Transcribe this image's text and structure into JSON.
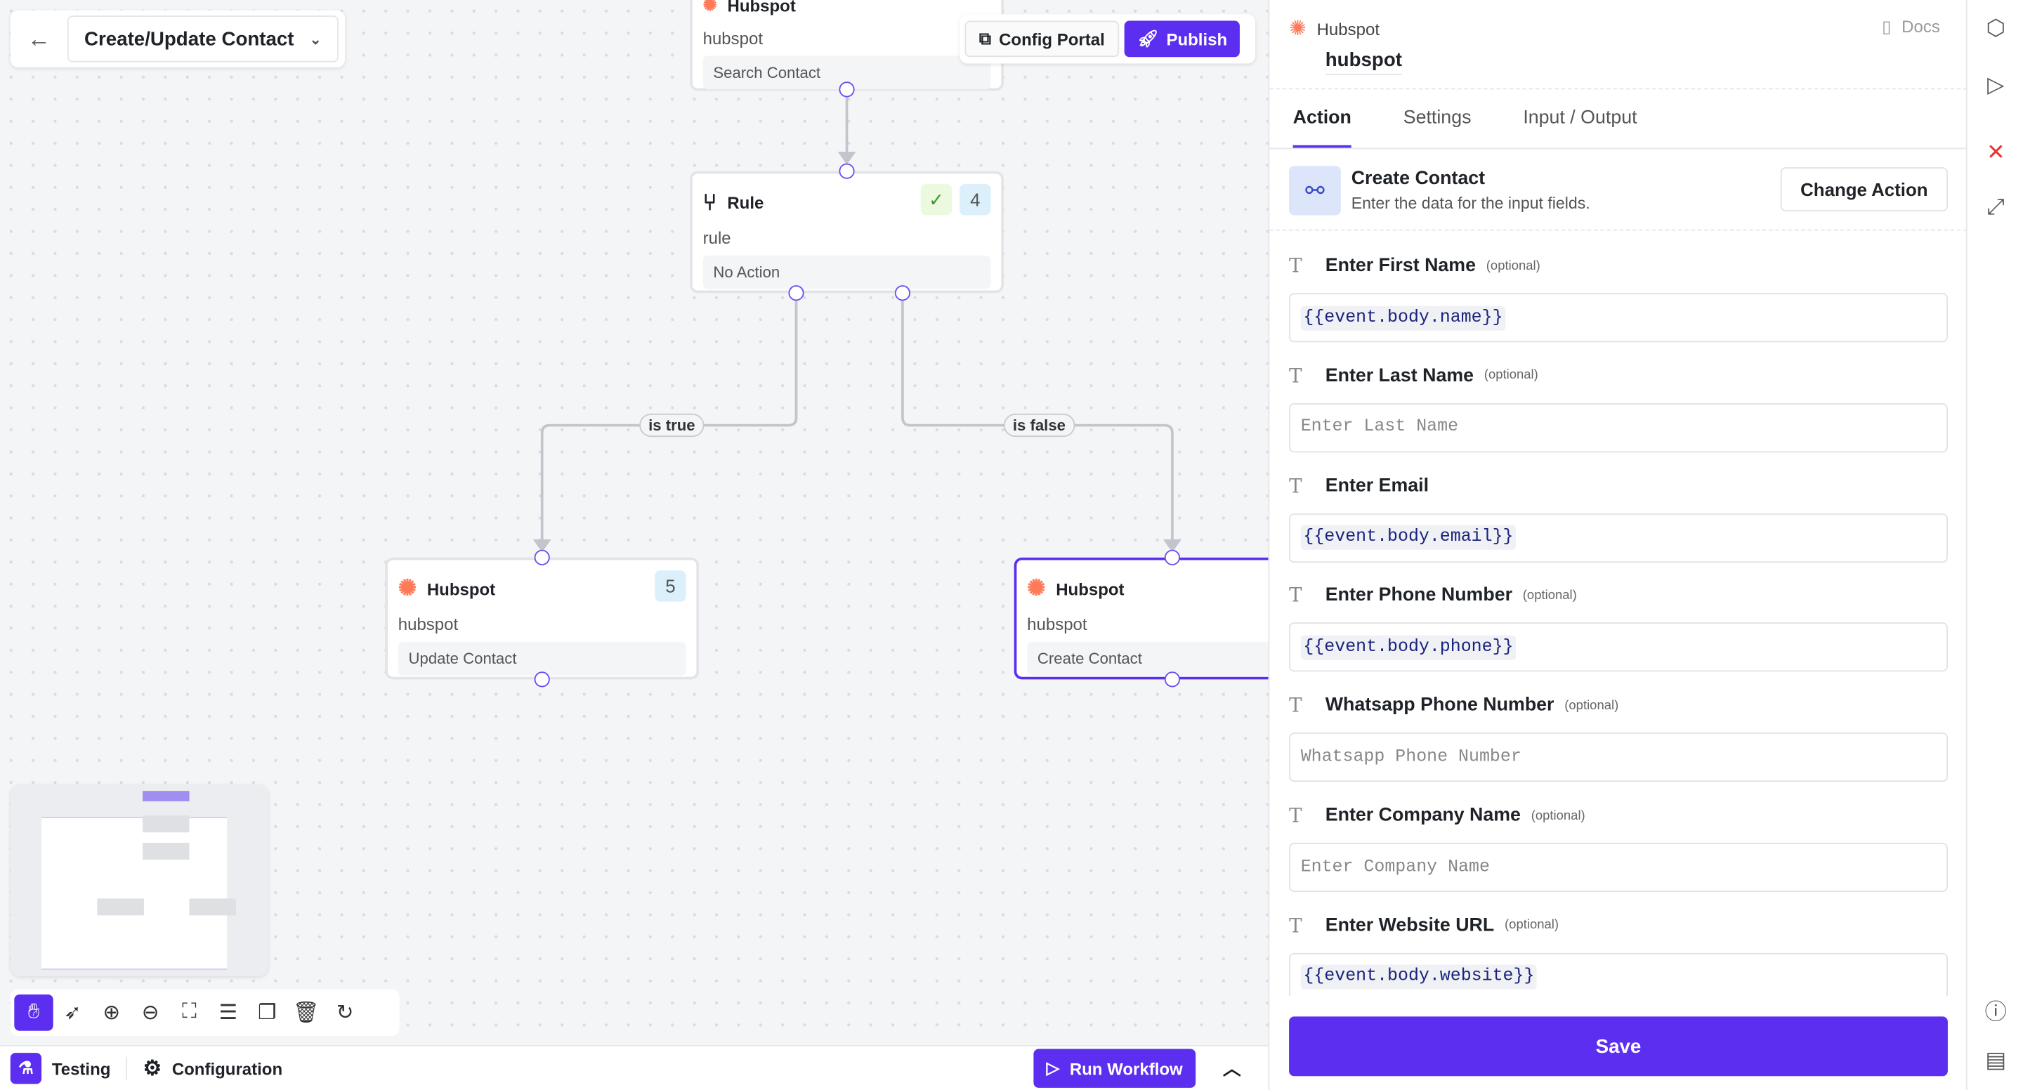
{
  "header": {
    "title": "Create/Update Contact",
    "config_portal": "Config Portal",
    "publish": "Publish"
  },
  "nodes": [
    {
      "title": "Hubspot",
      "subtitle": "hubspot",
      "action": "Search Contact"
    },
    {
      "title": "Rule",
      "subtitle": "rule",
      "action": "No Action",
      "step": "4"
    },
    {
      "title": "Hubspot",
      "subtitle": "hubspot",
      "action": "Update Contact",
      "step": "5"
    },
    {
      "title": "Hubspot",
      "subtitle": "hubspot",
      "action": "Create Contact"
    }
  ],
  "edges": {
    "true_label": "is true",
    "false_label": "is false"
  },
  "bottom": {
    "testing": "Testing",
    "configuration": "Configuration",
    "run": "Run Workflow"
  },
  "panel": {
    "app": "Hubspot",
    "name": "hubspot",
    "docs": "Docs",
    "tabs": [
      "Action",
      "Settings",
      "Input / Output"
    ],
    "action_title": "Create Contact",
    "action_desc": "Enter the data for the input fields.",
    "change_action": "Change Action",
    "optional": "(optional)",
    "fields": [
      {
        "label": "Enter First Name",
        "optional": true,
        "value": "{{event.body.name}}",
        "placeholder": ""
      },
      {
        "label": "Enter Last Name",
        "optional": true,
        "value": "",
        "placeholder": "Enter Last Name"
      },
      {
        "label": "Enter Email",
        "optional": false,
        "value": "{{event.body.email}}",
        "placeholder": ""
      },
      {
        "label": "Enter Phone Number",
        "optional": true,
        "value": "{{event.body.phone}}",
        "placeholder": ""
      },
      {
        "label": "Whatsapp Phone Number",
        "optional": true,
        "value": "",
        "placeholder": "Whatsapp Phone Number"
      },
      {
        "label": "Enter Company Name",
        "optional": true,
        "value": "",
        "placeholder": "Enter Company Name"
      },
      {
        "label": "Enter Website URL",
        "optional": true,
        "value": "{{event.body.website}}",
        "placeholder": ""
      }
    ],
    "save": "Save"
  },
  "colors": {
    "accent": "#5b2ef0",
    "hubspot": "#ff7a59"
  }
}
